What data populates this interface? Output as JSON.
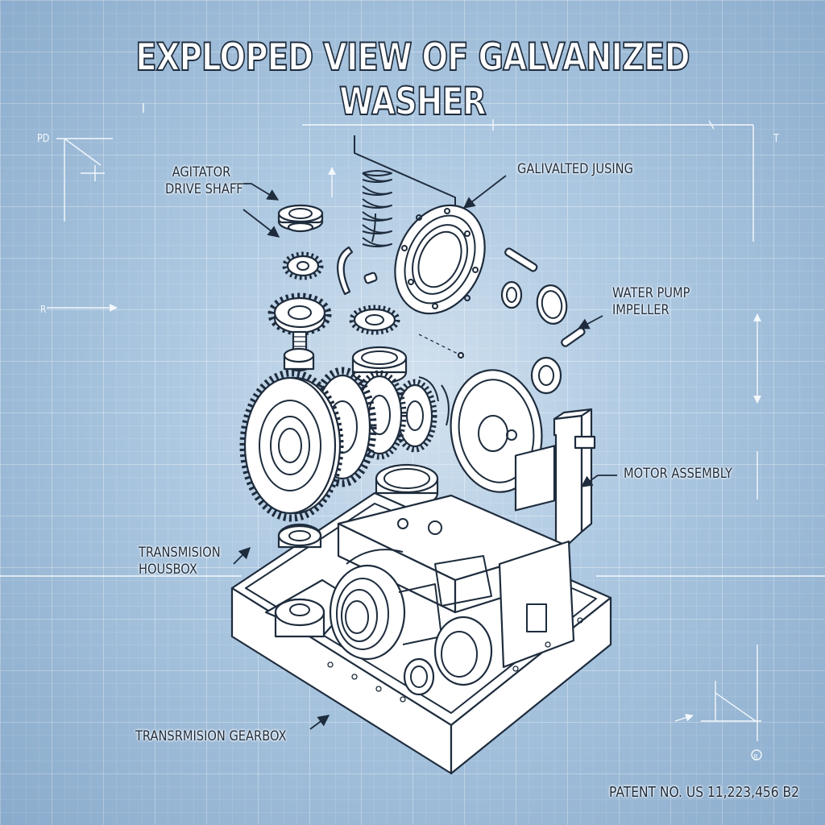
{
  "title": "EXPLOPED VIEW OF GALVANIZED WASHER",
  "labels": {
    "agitator_line1": "AGITATOR",
    "agitator_line2": "DRIVE SHAFF",
    "housing": "GALIVALTED JUSING",
    "pump_line1": "WATER PUMP",
    "pump_line2": "IMPELLER",
    "motor": "MOTOR ASSEMBLY",
    "transmission_line1": "TRANSMISION",
    "transmission_line2": "HOUSBOX",
    "gearbox": "TRANSRMISION GEARBOX"
  },
  "patent": "PATENT NO. US 11,223,456 B2",
  "corner_marks": {
    "top_left": "PD",
    "top_right": "T",
    "left_mid": "R",
    "bottom_right": "8"
  },
  "colors": {
    "background": "#9fbfdc",
    "grid": "#ffffff",
    "linework": "#1e2c3d",
    "part_fill": "#ffffff"
  }
}
